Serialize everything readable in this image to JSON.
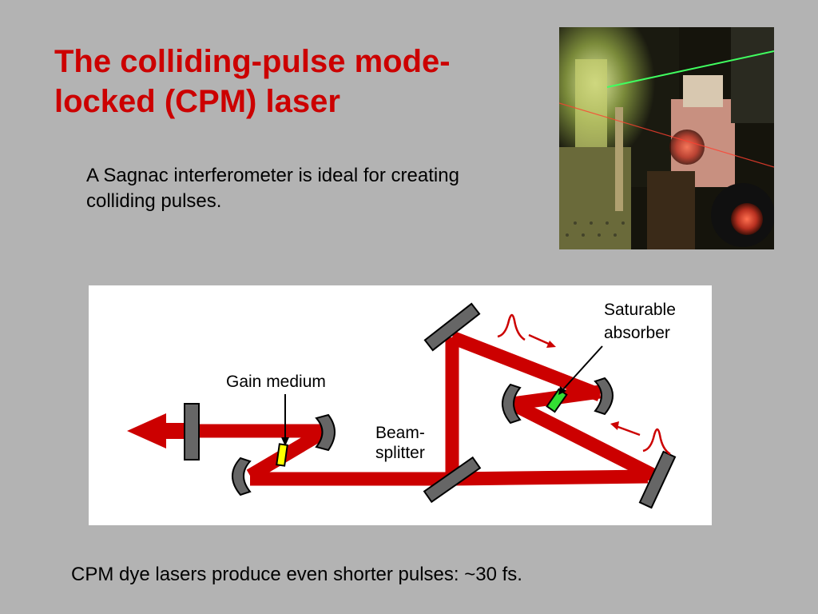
{
  "slide": {
    "title": "The colliding-pulse mode-locked (CPM) laser",
    "subtitle": "A Sagnac interferometer is ideal for creating colliding pulses.",
    "footer": "CPM dye lasers produce even shorter pulses:  ~30 fs."
  },
  "diagram": {
    "labels": {
      "gain_medium": "Gain medium",
      "beamsplitter_line1": "Beam-",
      "beamsplitter_line2": "splitter",
      "absorber_line1": "Saturable",
      "absorber_line2": "absorber"
    },
    "colors": {
      "beam": "#cc0000",
      "mirror": "#666666",
      "gain_medium": "#ffff00",
      "absorber": "#33dd33"
    }
  },
  "photo": {
    "icon": "laser-lab-photo"
  }
}
